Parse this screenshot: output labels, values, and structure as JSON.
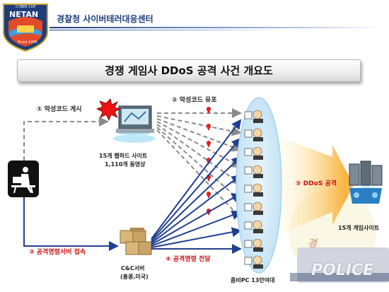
{
  "header": {
    "logo_name": "NETAN",
    "logo_top": "CYBER COP",
    "logo_since": "Since 1995",
    "agency": "경찰청 사이버테러대응센터"
  },
  "title": "경쟁 게임사 DDoS 공격 사건 개요도",
  "steps": {
    "step1": "① 악성코드 게시",
    "step2": "② 악성코드 유포",
    "step3": "③ 공격명령서버 접속",
    "step4": "④ 공격명령 전달",
    "step5": "⑤ DDoS 공격"
  },
  "nodes": {
    "webhard_line1": "15개 웹하드 사이트",
    "webhard_line2": "1,110개 동영상",
    "cc_line1": "C&C서버",
    "cc_line2": "(홍콩,미국)",
    "zombie": "좀비PC 13만여대",
    "target": "15개 게임사이트"
  },
  "watermark": {
    "police": "POLICE",
    "gyeong": "경"
  },
  "colors": {
    "navy": "#1e3d7a",
    "arrow_blue": "#1f3f8f",
    "dashed_gray": "#8a8a8a",
    "accent_red": "#cc1111",
    "ddos_arrow": "#f7b733"
  }
}
